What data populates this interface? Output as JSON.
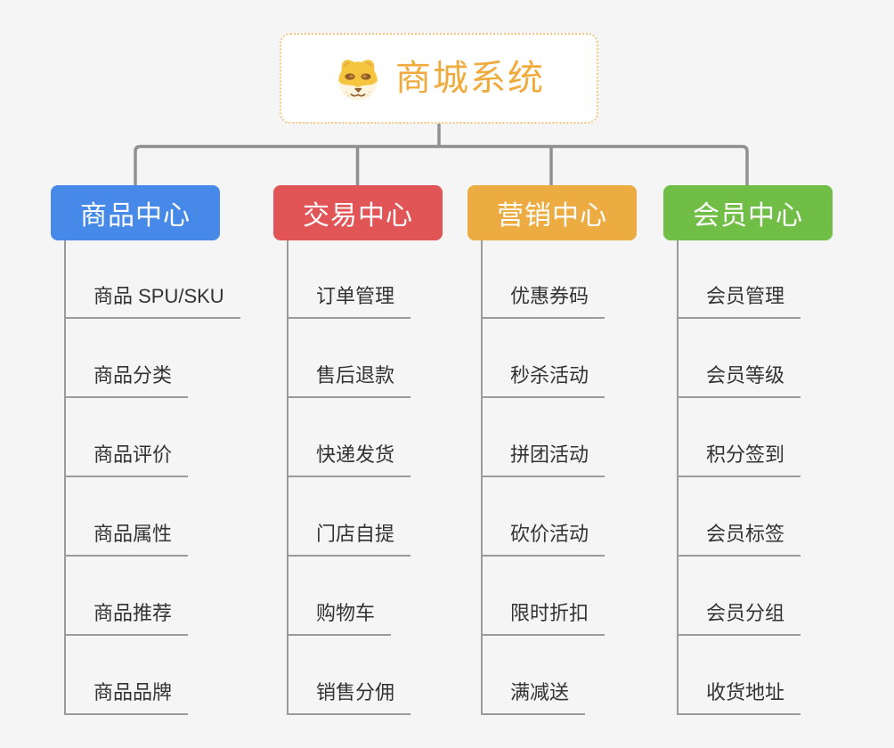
{
  "page": {
    "background": "#F5F5F5"
  },
  "root": {
    "title": "商城系统",
    "icon": "dog-face-icon",
    "title_color": "#F1AB3C",
    "border_color": "#F2C583"
  },
  "connector_color": "#909090",
  "line_color": "#9B9B9B",
  "branches": [
    {
      "label": "商品中心",
      "color": "#4689E9",
      "items": [
        "商品 SPU/SKU",
        "商品分类",
        "商品评价",
        "商品属性",
        "商品推荐",
        "商品品牌"
      ]
    },
    {
      "label": "交易中心",
      "color": "#E25556",
      "items": [
        "订单管理",
        "售后退款",
        "快递发货",
        "门店自提",
        "购物车",
        "销售分佣"
      ]
    },
    {
      "label": "营销中心",
      "color": "#EDAC41",
      "items": [
        "优惠券码",
        "秒杀活动",
        "拼团活动",
        "砍价活动",
        "限时折扣",
        "满减送"
      ]
    },
    {
      "label": "会员中心",
      "color": "#70BE45",
      "items": [
        "会员管理",
        "会员等级",
        "积分签到",
        "会员标签",
        "会员分组",
        "收货地址"
      ]
    }
  ]
}
